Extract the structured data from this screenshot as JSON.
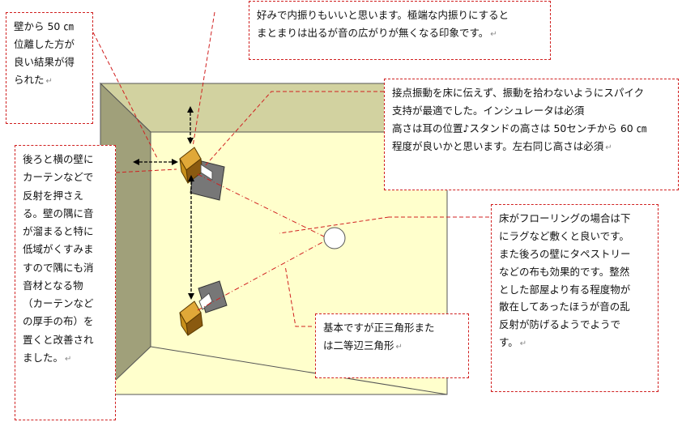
{
  "notes": {
    "wall_distance": "壁から 50 ㎝\n位離した方が\n良い結果が得\nられた",
    "toe_in": "好みで内振りもいいと思います。極端な内振りにすると\nまとまりは出るが音の広がりが無くなる印象です。",
    "spike": "接点振動を床に伝えず、振動を拾わないようにスパイク\n支持が最適でした。インシュレータは必須\n高さは耳の位置♪スタンドの高さは 50センチから 60 ㎝\n程度が良いかと思います。左右同じ高さは必須",
    "curtain": "後ろと横の壁に\nカーテンなどで\n反射を押さえ\nる。壁の隅に音\nが溜まると特に\n低域がくすみま\nすので隅にも消\n音材となる物\n（カーテンなど\nの厚手の布）を\n置くと改善され\nました。",
    "triangle": "基本ですが正三角形また\nは二等辺三角形",
    "floor": "床がフローリングの場合は下\nにラグなど敷くと良いです。\nまた後ろの壁にタペストリー\nなどの布も効果的です。整然\nとした部屋より有る程度物が\n散在してあったほうが音の乱\n反射が防げるようでようで\nす。"
  },
  "paragraph_mark": "↵",
  "colors": {
    "room_floor": "#ffffcc",
    "back_wall": "#d2d2a0",
    "left_wall": "#a0a07a",
    "speaker": "#c8901a",
    "guide_line": "#d02020"
  }
}
